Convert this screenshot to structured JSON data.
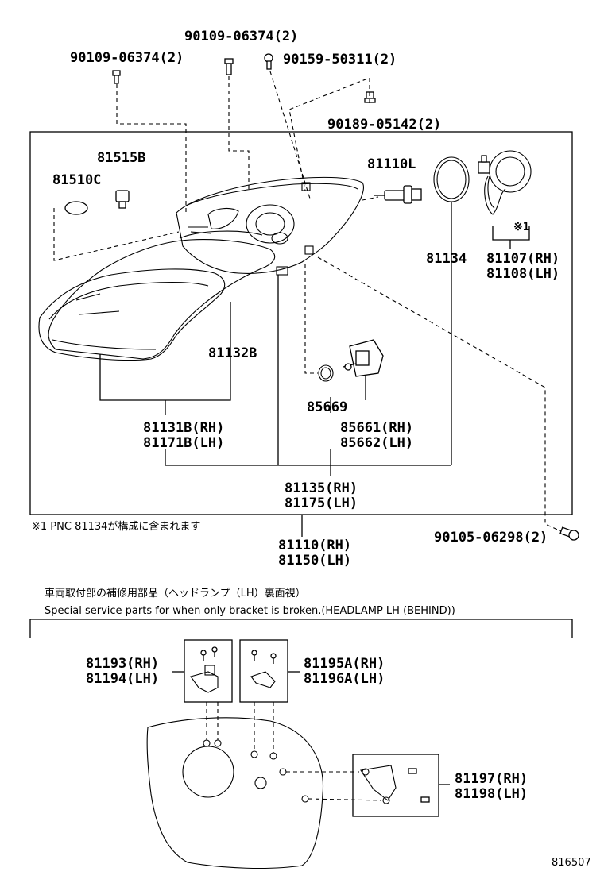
{
  "labels": {
    "p90109_a": "90109-06374(2)",
    "p90109_b": "90109-06374(2)",
    "p90159": "90159-50311(2)",
    "p90189": "90189-05142(2)",
    "p81515b": "81515B",
    "p81510c": "81510C",
    "p81110l": "81110L",
    "p81134": "81134",
    "p81107": "81107(RH)",
    "p81108": "81108(LH)",
    "note_mark": "※1",
    "p81132b": "81132B",
    "p85669": "85669",
    "p81131b": "81131B(RH)",
    "p81171b": "81171B(LH)",
    "p85661": "85661(RH)",
    "p85662": "85662(LH)",
    "p81135": "81135(RH)",
    "p81175": "81175(LH)",
    "footnote": "※1  PNC 81134が構成に含まれます",
    "p90105": "90105-06298(2)",
    "p81110": "81110(RH)",
    "p81150": "81150(LH)",
    "section_jp": "車両取付部の補修用部品（ヘッドランプ（LH）裏面視）",
    "section_en": "Special service parts for when only bracket is broken.(HEADLAMP LH (BEHIND))",
    "p81193": "81193(RH)",
    "p81194": "81194(LH)",
    "p81195a": "81195A(RH)",
    "p81196a": "81196A(LH)",
    "p81197": "81197(RH)",
    "p81198": "81198(LH)",
    "diagram_id": "816507"
  }
}
